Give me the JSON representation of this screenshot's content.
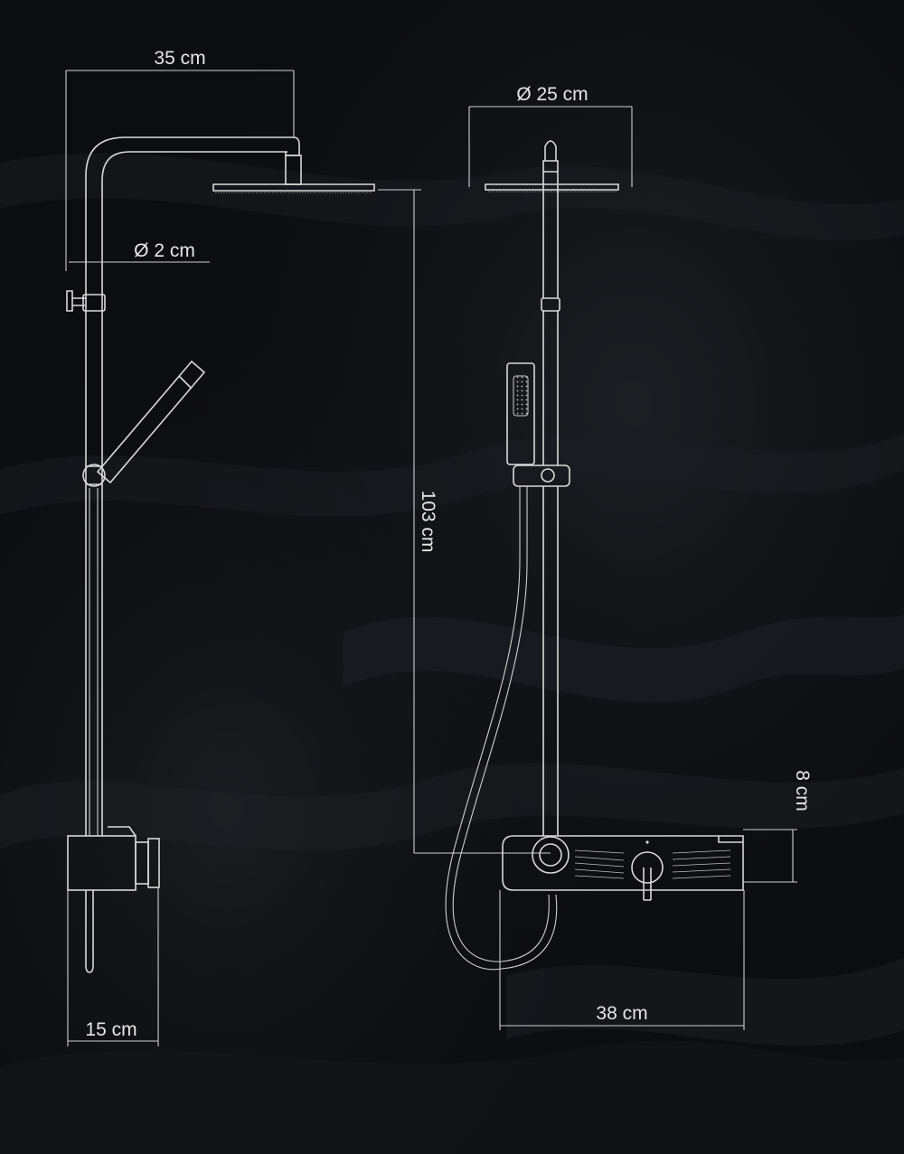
{
  "colors": {
    "background": "#0c0d10",
    "stone_dark": "#0a0b0e",
    "stone_light": "#2a2d33",
    "line": "#d9d9d9",
    "text": "#e6e6e6"
  },
  "dimensions": {
    "arm_reach": "35 cm",
    "head_diameter": "Ø 25 cm",
    "pipe_diameter": "Ø 2 cm",
    "column_height": "103 cm",
    "thermostat_height": "8 cm",
    "thermostat_width": "38 cm",
    "wall_depth": "15 cm"
  }
}
